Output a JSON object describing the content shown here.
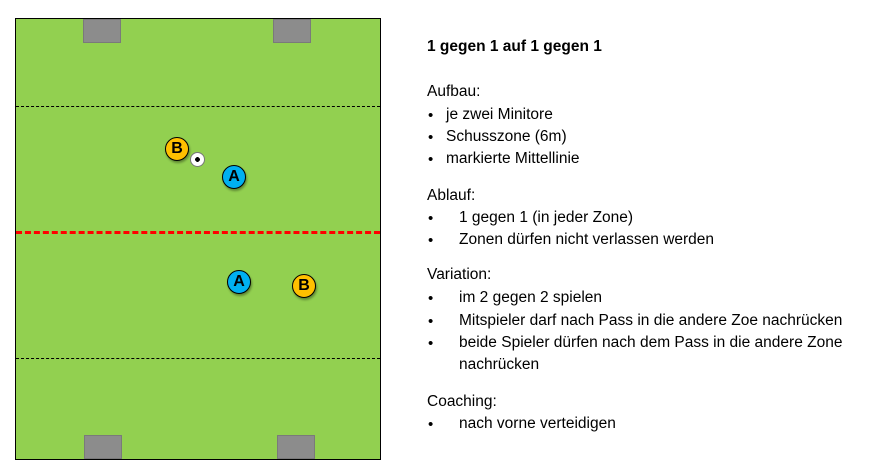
{
  "field": {
    "colors": {
      "grass": "#92d050",
      "team_a": "#00b0f0",
      "team_b": "#ffc000",
      "center_line": "#ff0000"
    },
    "players": [
      {
        "team": "B",
        "label": "B"
      },
      {
        "team": "A",
        "label": "A"
      },
      {
        "team": "A",
        "label": "A"
      },
      {
        "team": "B",
        "label": "B"
      }
    ]
  },
  "text": {
    "title": "1 gegen 1 auf 1 gegen 1",
    "aufbau": {
      "heading": "Aufbau:",
      "items": [
        "je zwei Minitore",
        "Schusszone (6m)",
        "markierte Mittellinie"
      ]
    },
    "ablauf": {
      "heading": "Ablauf:",
      "items": [
        "1 gegen 1 (in jeder Zone)",
        "Zonen dürfen nicht verlassen werden"
      ]
    },
    "variation": {
      "heading": "Variation:",
      "items": [
        "im 2 gegen 2 spielen",
        "Mitspieler darf nach Pass in die andere Zoe nachrücken",
        "beide Spieler dürfen nach dem Pass in die andere Zone",
        "nachrücken"
      ]
    },
    "coaching": {
      "heading": "Coaching:",
      "items": [
        "nach vorne verteidigen"
      ]
    },
    "bullet": "•"
  }
}
